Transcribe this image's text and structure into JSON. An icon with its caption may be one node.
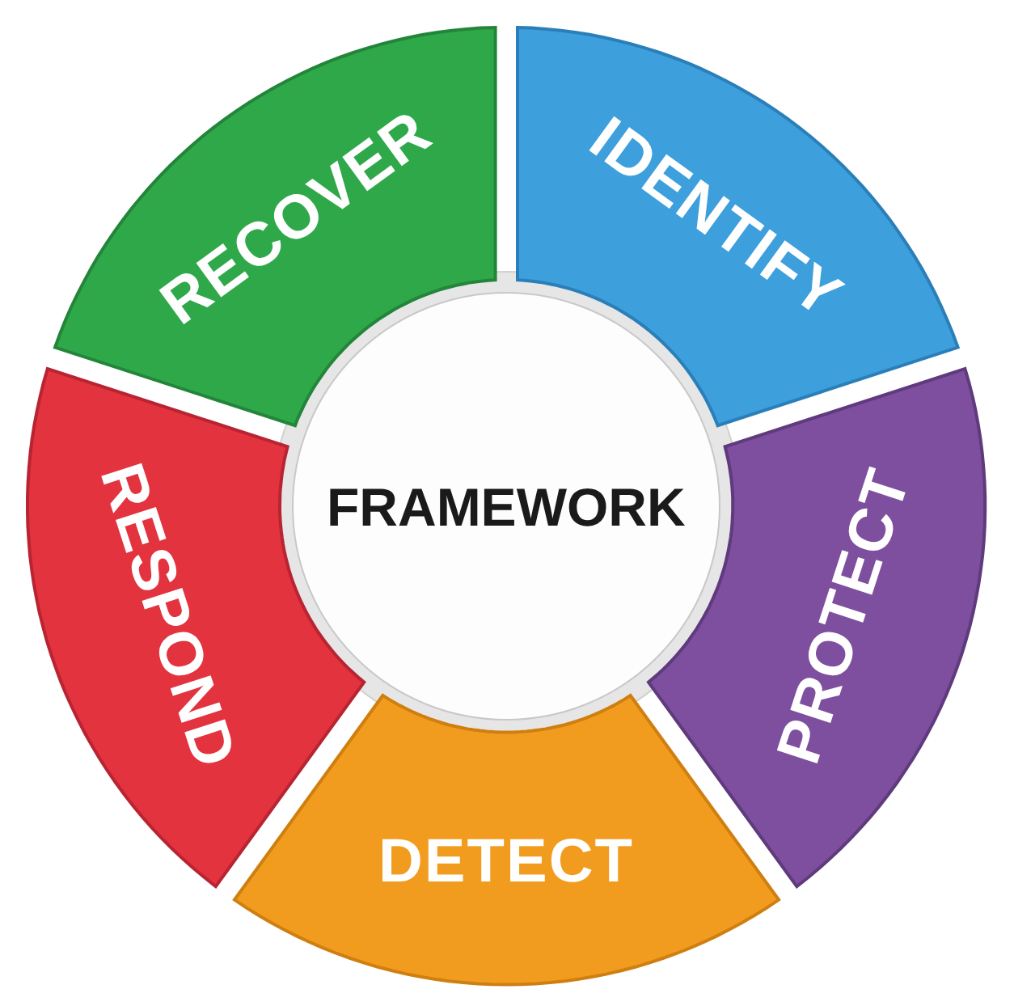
{
  "diagram": {
    "nodes": [
      {
        "text": [
          "FRAMEWORK"
        ]
      },
      {
        "text": [
          "IDENTIFY"
        ]
      },
      {
        "text": [
          "PROTECT"
        ]
      },
      {
        "text": [
          "DETECT"
        ]
      },
      {
        "text": [
          "RESPOND"
        ]
      },
      {
        "text": [
          "RECOVER"
        ]
      }
    ]
  }
}
